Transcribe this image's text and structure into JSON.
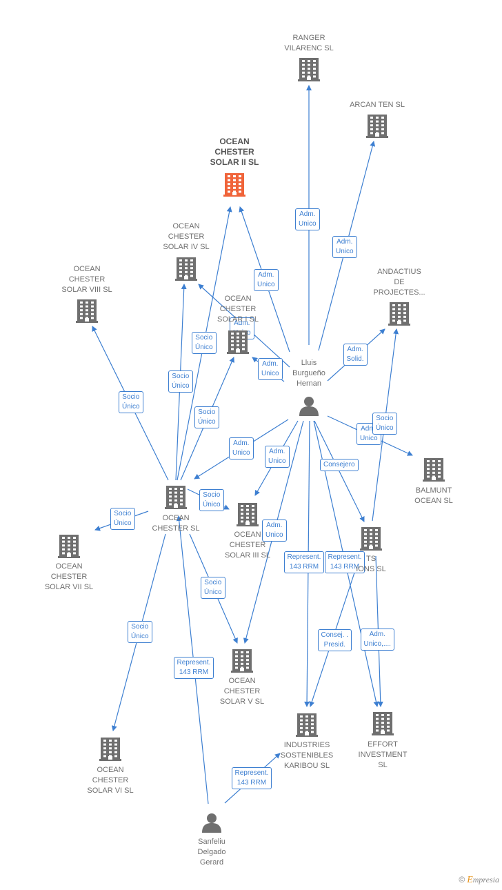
{
  "nodes": [
    {
      "id": "ranger",
      "label": "RANGER\nVILARENC  SL",
      "type": "company"
    },
    {
      "id": "arcan",
      "label": "ARCAN TEN  SL",
      "type": "company"
    },
    {
      "id": "ocs2",
      "label": "OCEAN\nCHESTER\nSOLAR II  SL",
      "type": "company",
      "highlight": true
    },
    {
      "id": "ocs4",
      "label": "OCEAN\nCHESTER\nSOLAR IV  SL",
      "type": "company"
    },
    {
      "id": "ocs8",
      "label": "OCEAN\nCHESTER\nSOLAR VIII  SL",
      "type": "company"
    },
    {
      "id": "ocs1",
      "label": "OCEAN\nCHESTER\nSOLAR I  SL",
      "type": "company"
    },
    {
      "id": "andactius",
      "label": "ANDACTIUS\nDE\nPROJECTES...",
      "type": "company"
    },
    {
      "id": "lluis",
      "label": "Lluis\nBurgueño\nHernan",
      "type": "person"
    },
    {
      "id": "balmunt",
      "label": "BALMUNT\nOCEAN  SL",
      "type": "company"
    },
    {
      "id": "ocsl",
      "label": "OCEAN\nCHESTER  SL",
      "type": "company"
    },
    {
      "id": "ocs3",
      "label": "OCEAN\nCHESTER\nSOLAR III  SL",
      "type": "company"
    },
    {
      "id": "ts",
      "label": "TS\nIONS SL",
      "type": "company"
    },
    {
      "id": "ocs7",
      "label": "OCEAN\nCHESTER\nSOLAR VII  SL",
      "type": "company"
    },
    {
      "id": "ocs5",
      "label": "OCEAN\nCHESTER\nSOLAR V  SL",
      "type": "company"
    },
    {
      "id": "industries",
      "label": "INDUSTRIES\nSOSTENIBLES\nKARIBOU  SL",
      "type": "company"
    },
    {
      "id": "effort",
      "label": "EFFORT\nINVESTMENT\nSL",
      "type": "company"
    },
    {
      "id": "ocs6",
      "label": "OCEAN\nCHESTER\nSOLAR VI  SL",
      "type": "company"
    },
    {
      "id": "sanfeliu",
      "label": "Sanfeliu\nDelgado\nGerard",
      "type": "person"
    }
  ],
  "edges": [
    {
      "from": "lluis",
      "to": "ranger",
      "label": "Adm.\nUnico"
    },
    {
      "from": "lluis",
      "to": "arcan",
      "label": "Adm.\nUnico"
    },
    {
      "from": "lluis",
      "to": "ocs2",
      "label": "Adm.\nUnico"
    },
    {
      "from": "lluis",
      "to": "ocs4",
      "label": "Adm.\nUnico"
    },
    {
      "from": "lluis",
      "to": "ocs1",
      "label": "Adm.\nUnico"
    },
    {
      "from": "lluis",
      "to": "andactius",
      "label": "Adm.\nSolid."
    },
    {
      "from": "lluis",
      "to": "balmunt",
      "label": "Adm.\nUnico"
    },
    {
      "from": "lluis",
      "to": "ocsl",
      "label": "Adm.\nUnico"
    },
    {
      "from": "lluis",
      "to": "ocs3",
      "label": "Adm.\nUnico"
    },
    {
      "from": "lluis",
      "to": "ocs5",
      "label": "Adm.\nUnico"
    },
    {
      "from": "lluis",
      "to": "ts",
      "label": "Consejero"
    },
    {
      "from": "lluis",
      "to": "industries",
      "label": "Represent.\n143 RRM"
    },
    {
      "from": "lluis",
      "to": "effort",
      "label": "Represent.\n143 RRM"
    },
    {
      "from": "ts",
      "to": "andactius",
      "label": "Socio\nÚnico"
    },
    {
      "from": "ts",
      "to": "industries",
      "label": "Consej. .\nPresid."
    },
    {
      "from": "ts",
      "to": "effort",
      "label": "Adm.\nUnico,...."
    },
    {
      "from": "ocsl",
      "to": "ocs2",
      "label": "Socio\nÚnico"
    },
    {
      "from": "ocsl",
      "to": "ocs4",
      "label": "Socio\nÚnico"
    },
    {
      "from": "ocsl",
      "to": "ocs8",
      "label": "Socio\nÚnico"
    },
    {
      "from": "ocsl",
      "to": "ocs1",
      "label": "Socio\nÚnico"
    },
    {
      "from": "ocsl",
      "to": "ocs7",
      "label": "Socio\nÚnico"
    },
    {
      "from": "ocsl",
      "to": "ocs3",
      "label": "Socio\nÚnico"
    },
    {
      "from": "ocsl",
      "to": "ocs5",
      "label": "Socio\nÚnico"
    },
    {
      "from": "ocsl",
      "to": "ocs6",
      "label": "Socio\nÚnico"
    },
    {
      "from": "sanfeliu",
      "to": "ocsl",
      "label": "Represent.\n143 RRM"
    },
    {
      "from": "sanfeliu",
      "to": "industries",
      "label": "Represent.\n143 RRM"
    }
  ],
  "brand": {
    "symbol": "©",
    "initial": "E",
    "rest": "mpresia"
  },
  "colors": {
    "edge": "#3d7fd1",
    "node": "#6f6f6f",
    "highlight": "#f0643a"
  }
}
